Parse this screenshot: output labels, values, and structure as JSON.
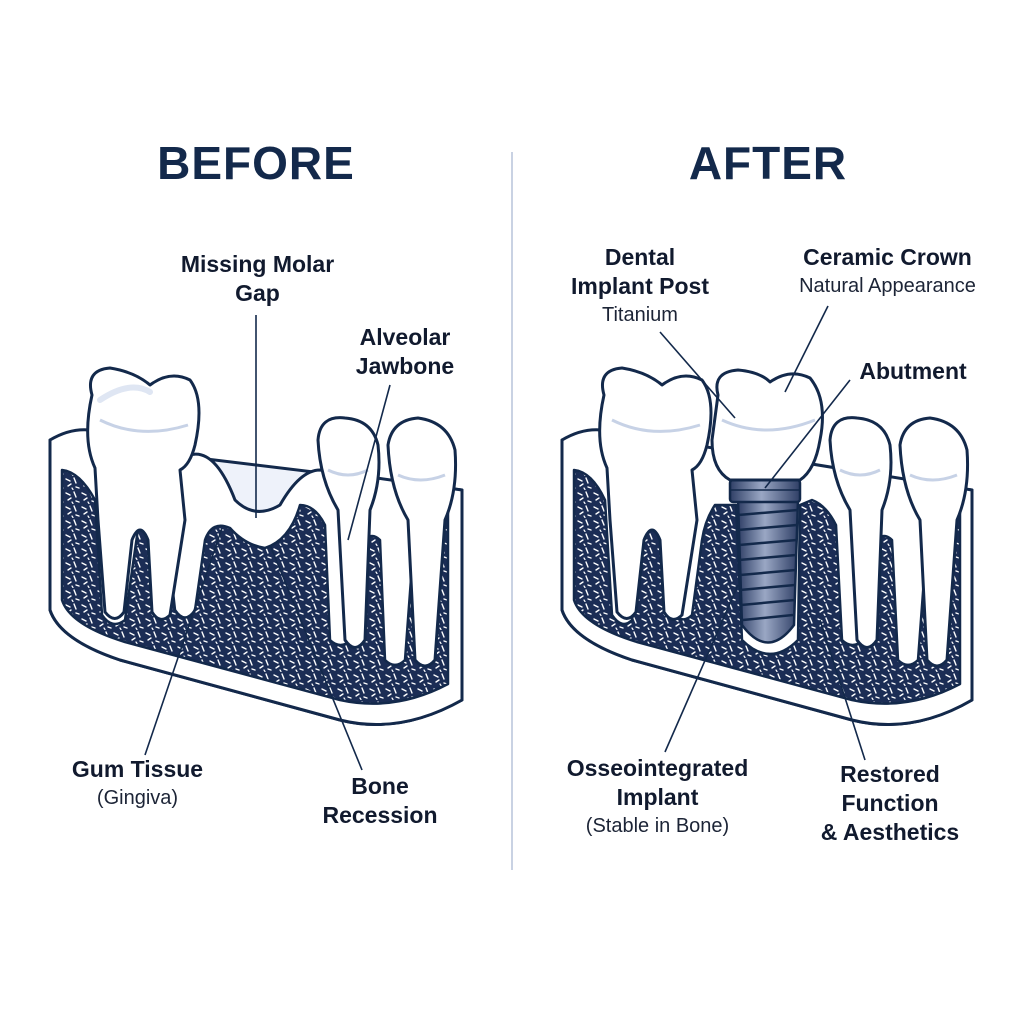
{
  "before": {
    "heading": "BEFORE",
    "labels": {
      "missing_gap": [
        "Missing Molar",
        "Gap"
      ],
      "jawbone": [
        "Alveolar",
        "Jawbone"
      ],
      "gum_title": "Gum Tissue",
      "gum_sub": "(Gingiva)",
      "recession": [
        "Bone",
        "Recession"
      ]
    }
  },
  "after": {
    "heading": "AFTER",
    "labels": {
      "implant_post": [
        "Dental",
        "Implant Post"
      ],
      "implant_post_sub": "Titanium",
      "crown_title": "Ceramic Crown",
      "crown_sub": "Natural Appearance",
      "abutment": "Abutment",
      "osseo": [
        "Osseointegrated",
        "Implant"
      ],
      "osseo_sub": "(Stable in Bone)",
      "restored": [
        "Restored",
        "Function",
        "& Aesthetics"
      ]
    }
  },
  "colors": {
    "navy": "#13294b",
    "bone_fill": "#1b2d55",
    "tooth_fill": "#ffffff",
    "tooth_shade": "#e3eaf6",
    "gum_fill": "#eef2fa",
    "divider": "#c9d2e3"
  }
}
